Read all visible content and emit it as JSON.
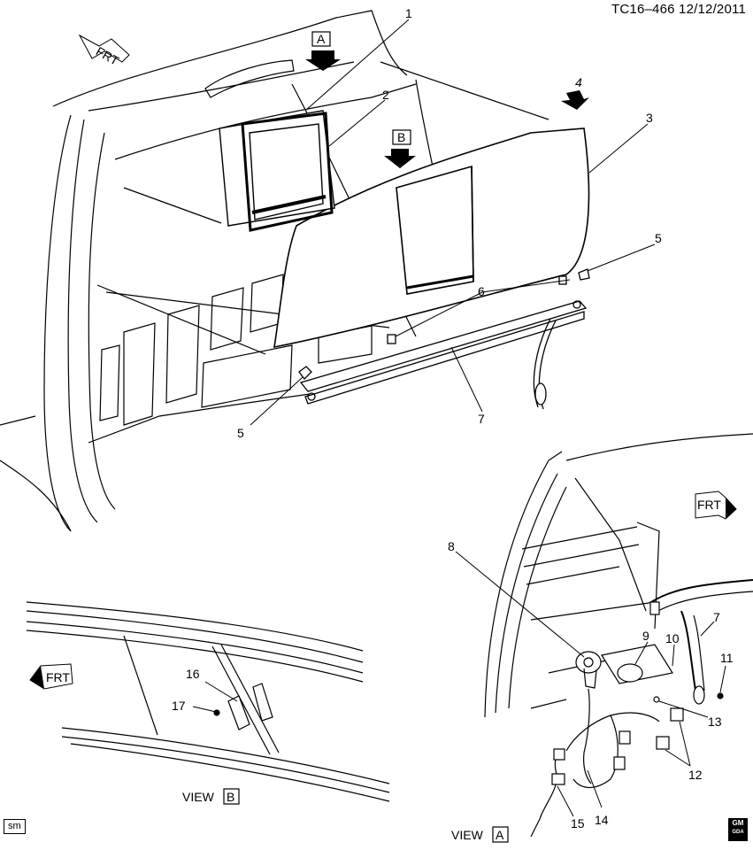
{
  "header": {
    "doc_id": "TC16–466  12/12/2011"
  },
  "footer": {
    "left_tag": "sm",
    "gm_logo_top": "GM",
    "gm_logo_bottom": "GDA"
  },
  "views": {
    "view_a_marker": "A",
    "view_b_marker": "B",
    "view_b_caption_text": "VIEW",
    "view_b_caption_letter": "B",
    "view_a_caption_text": "VIEW",
    "view_a_caption_letter": "A",
    "arrow_4_label": "4"
  },
  "frt_label": "FRT",
  "callouts": {
    "c1": "1",
    "c2": "2",
    "c3": "3",
    "c5a": "5",
    "c5b": "5",
    "c6": "6",
    "c7a": "7",
    "c7b": "7",
    "c8": "8",
    "c9": "9",
    "c10": "10",
    "c11": "11",
    "c12": "12",
    "c13": "13",
    "c14": "14",
    "c15": "15",
    "c16": "16",
    "c17": "17"
  }
}
